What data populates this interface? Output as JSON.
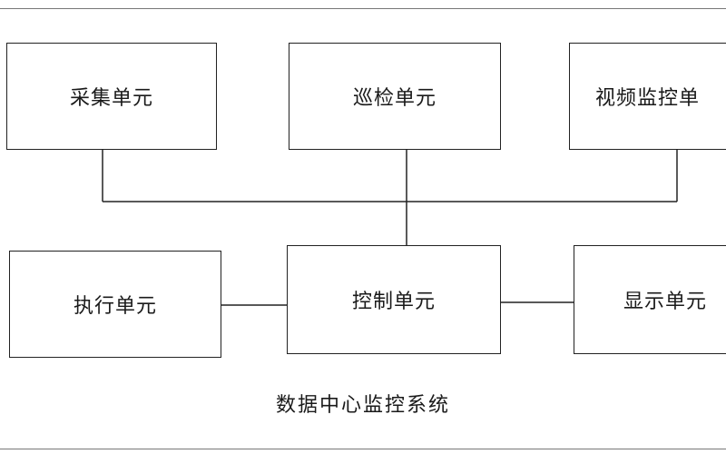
{
  "units": {
    "caiji": "采集单元",
    "xunjian": "巡检单元",
    "shipin": "视频监控单",
    "zhixing": "执行单元",
    "kongzhi": "控制单元",
    "xianshi": "显示单元"
  },
  "caption": "数据中心监控系统"
}
